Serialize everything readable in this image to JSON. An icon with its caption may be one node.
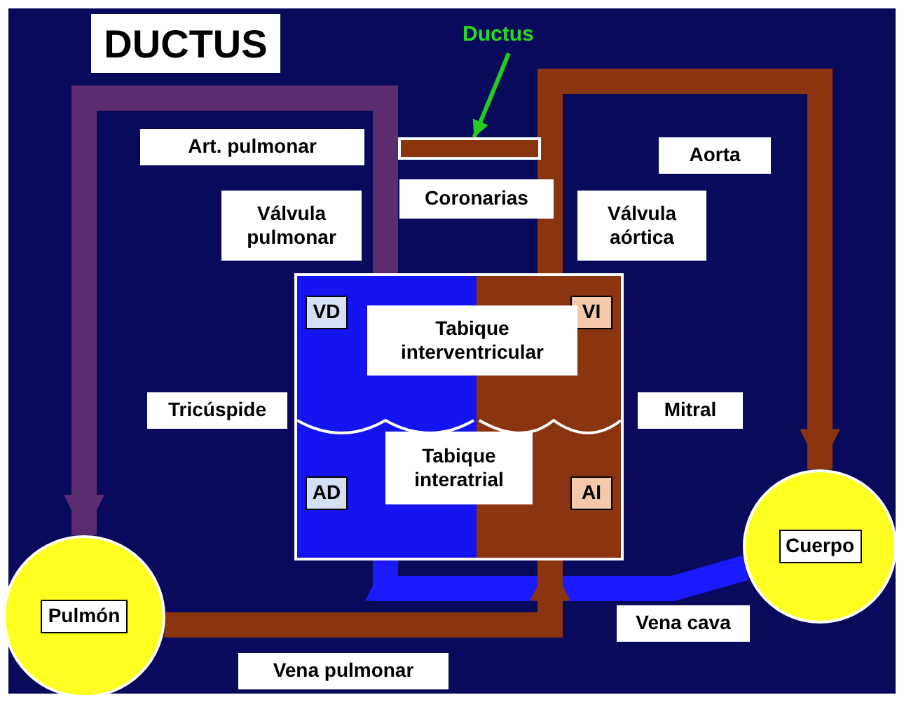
{
  "diagram": {
    "nodes": [
      {
        "text": [
          "DUCTUS"
        ]
      },
      {
        "text": [
          "Ductus"
        ]
      },
      {
        "text": [],
        "shape": "bar"
      },
      {
        "text": [
          "Art. pulmonar"
        ]
      },
      {
        "text": [
          "Aorta"
        ]
      },
      {
        "text": [
          "Válvula pulmonar"
        ]
      },
      {
        "text": [
          "Coronarias"
        ]
      },
      {
        "text": [
          "Válvula aórtica"
        ]
      },
      {
        "text": [
          "VD"
        ]
      },
      {
        "text": [
          "Tabique interventricular"
        ]
      },
      {
        "text": [
          "VI"
        ]
      },
      {
        "text": [
          "Tricúspide"
        ]
      },
      {
        "text": [
          "Mitral"
        ]
      },
      {
        "text": [
          "Tabique interatrial"
        ]
      },
      {
        "text": [
          "AD"
        ]
      },
      {
        "text": [
          "AI"
        ]
      },
      {
        "text": [
          "Cuerpo"
        ]
      },
      {
        "text": [
          "Vena cava"
        ]
      },
      {
        "text": [
          "Pulmón"
        ]
      },
      {
        "text": [
          "Vena pulmonar"
        ]
      }
    ],
    "edges": [
      {
        "from": 1,
        "to": 2,
        "arrow": "to",
        "color": "#22cc22"
      },
      {
        "from": 8,
        "to": 18,
        "arrow": "to",
        "color": "#5b2c6f"
      },
      {
        "from": 10,
        "to": 16,
        "arrow": "to",
        "color": "#8a3410"
      },
      {
        "from": 16,
        "to": 14,
        "arrow": "to",
        "color": "#1a1aff"
      },
      {
        "from": 18,
        "to": 15,
        "arrow": "to",
        "color": "#8a3410"
      }
    ]
  }
}
